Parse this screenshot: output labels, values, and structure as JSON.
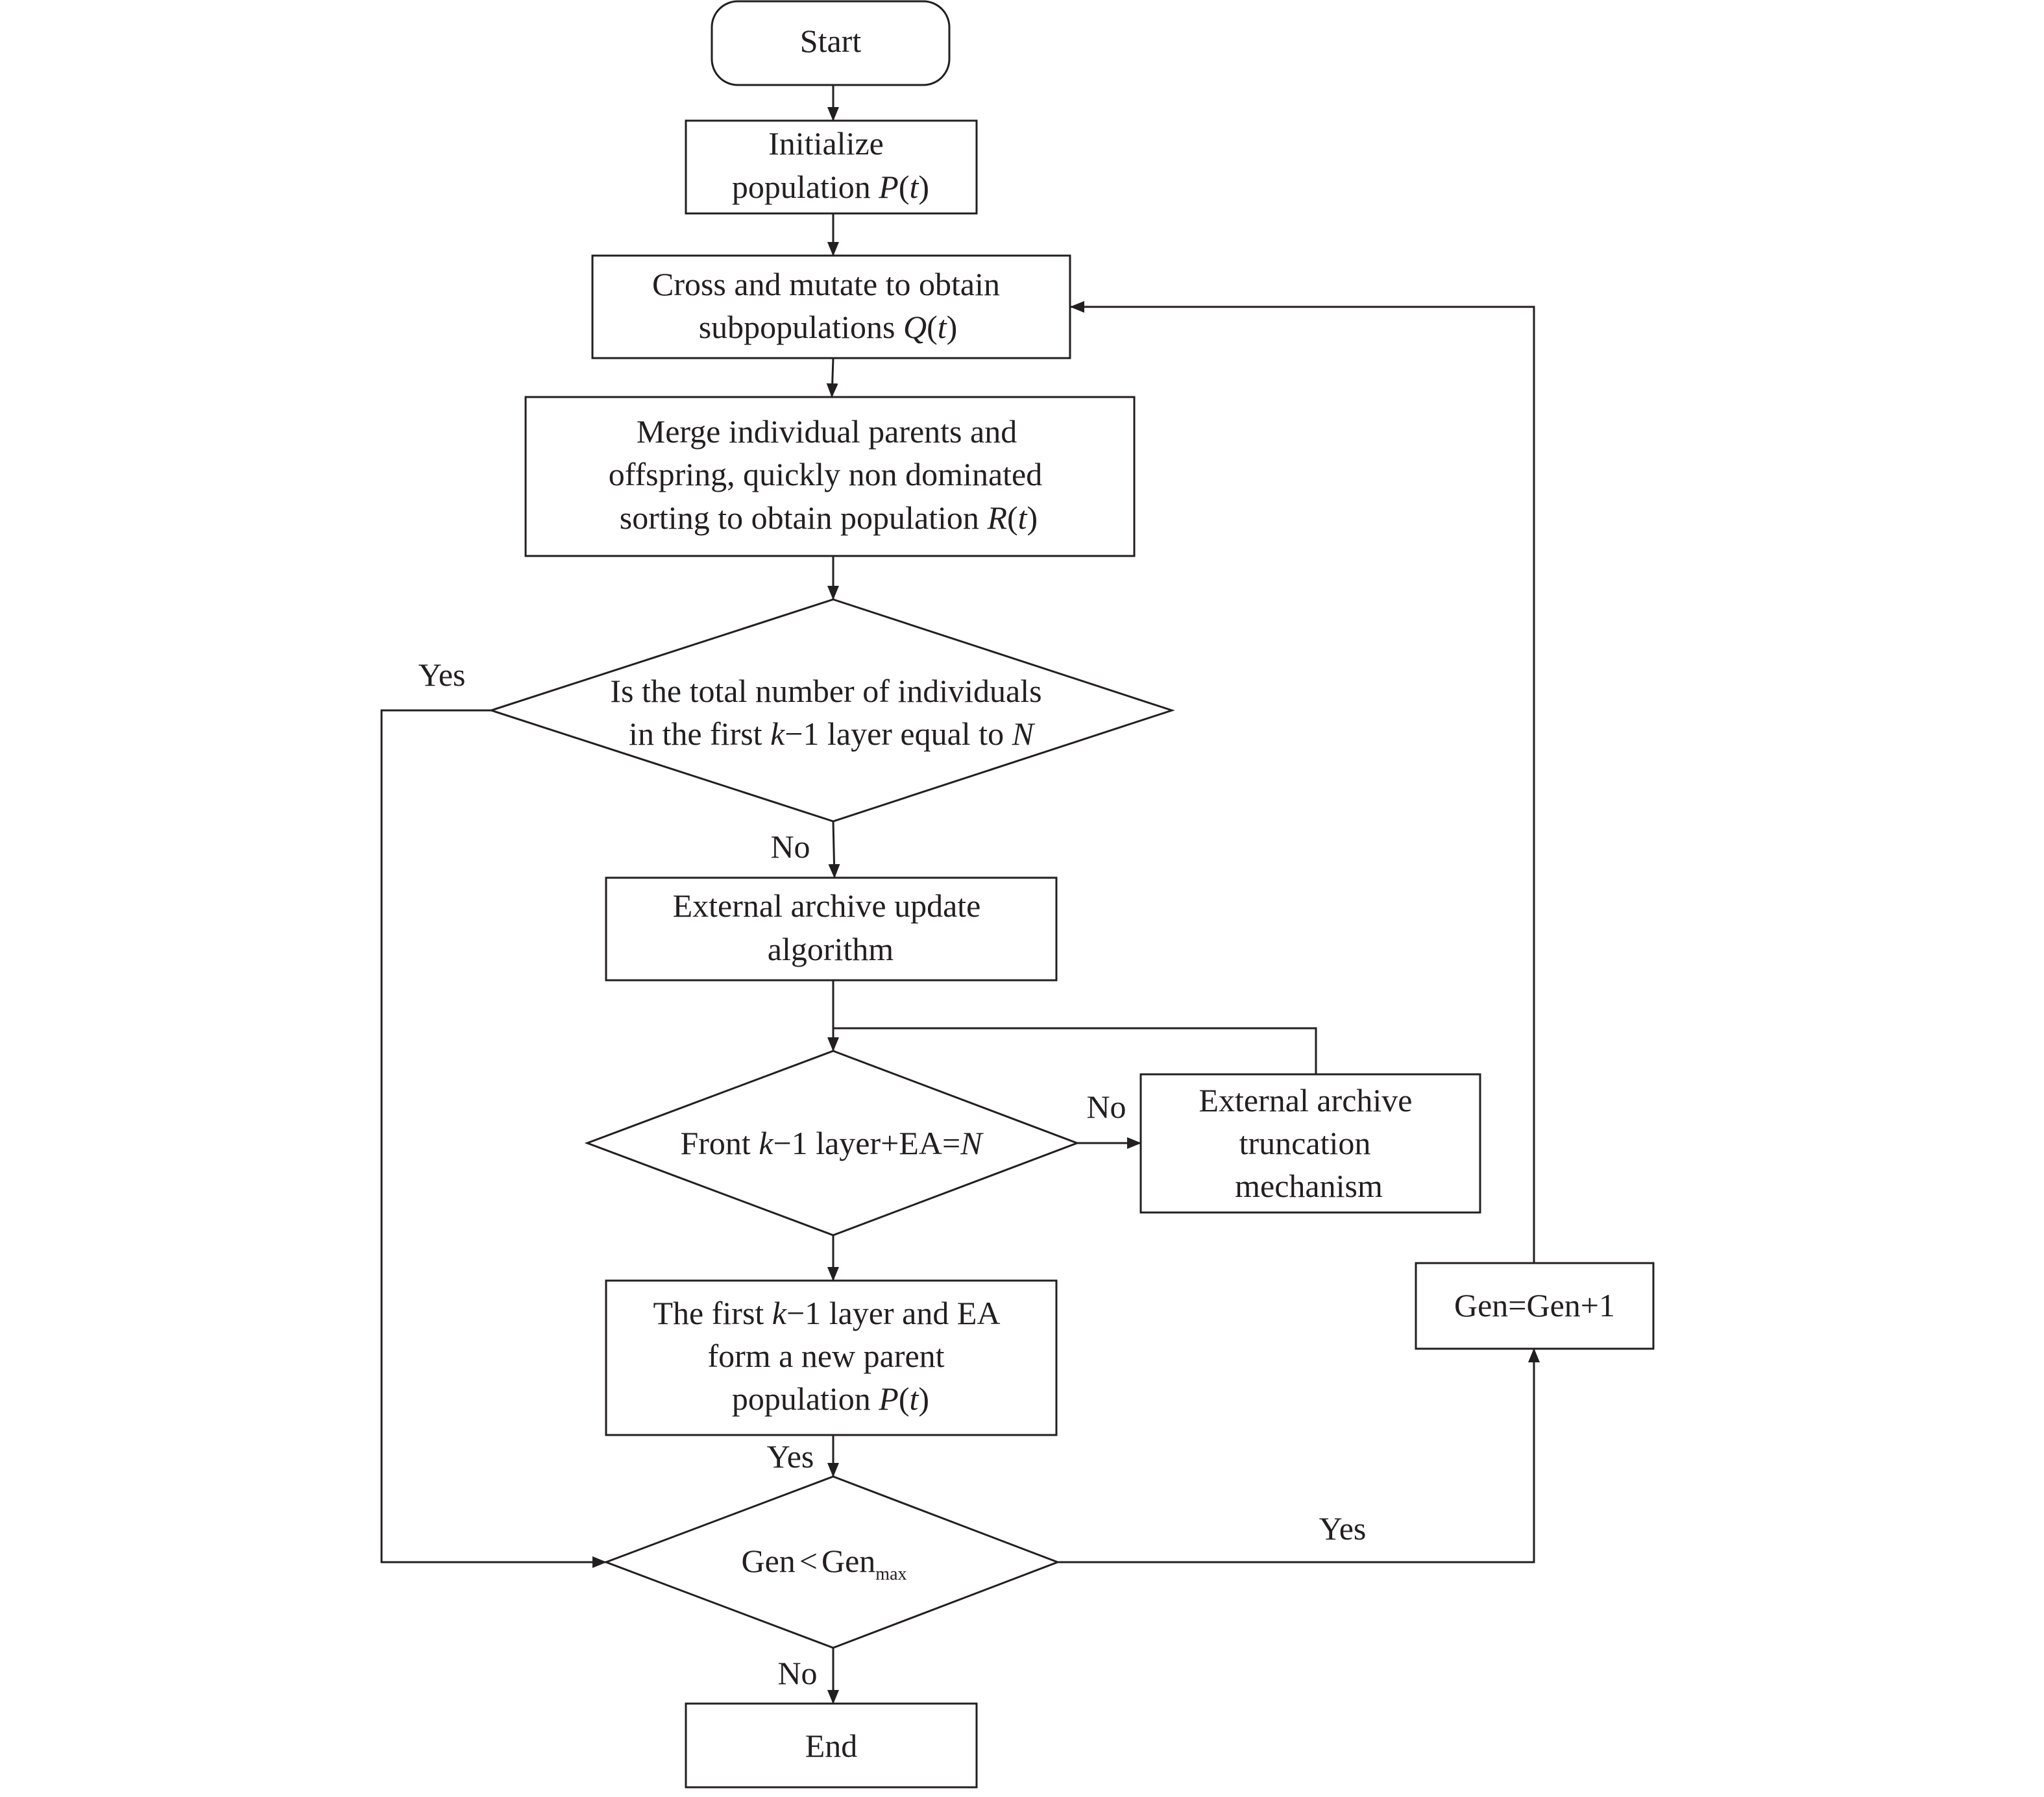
{
  "nodes": {
    "start": {
      "label": "Start"
    },
    "init": {
      "line1": "Initialize",
      "line2": "population ",
      "var": "P",
      "open": "(",
      "arg": "t",
      "close": ")"
    },
    "cross": {
      "line1": "Cross and mutate to obtain",
      "line2": "subpopulations ",
      "var": "Q",
      "open": "(",
      "arg": "t",
      "close": ")"
    },
    "merge": {
      "line1": "Merge individual parents and",
      "line2": "offspring, quickly non dominated",
      "line3": "sorting to obtain population ",
      "var": "R",
      "open": "(",
      "arg": "t",
      "close": ")"
    },
    "decision1": {
      "line1": "Is the total number of individuals",
      "line2a": "in the first ",
      "k": "k",
      "line2b": "−1 layer equal to ",
      "n": "N"
    },
    "archive_update": {
      "line1": "External archive update",
      "line2": "algorithm"
    },
    "decision2": {
      "a": "Front ",
      "k": "k",
      "b": "−1 layer+EA=",
      "n": "N"
    },
    "truncation": {
      "line1": "External archive",
      "line2": "truncation",
      "line3": "mechanism"
    },
    "new_parent": {
      "line1a": "The first ",
      "k": "k",
      "line1b": "−1 layer and EA",
      "line2": "form a new parent",
      "line3": "population ",
      "var": "P",
      "open": "(",
      "arg": "t",
      "close": ")"
    },
    "gen_increment": {
      "label": "Gen=Gen+1"
    },
    "decision3": {
      "lhs": "Gen",
      "op": "<",
      "rhs": "Gen",
      "sub": "max"
    },
    "end": {
      "label": "End"
    }
  },
  "edge_labels": {
    "d1_yes": "Yes",
    "d1_no": "No",
    "d2_no": "No",
    "parent_yes": "Yes",
    "d3_yes": "Yes",
    "d3_no": "No"
  },
  "colors": {
    "ink": "#231f20",
    "background": "#ffffff"
  }
}
